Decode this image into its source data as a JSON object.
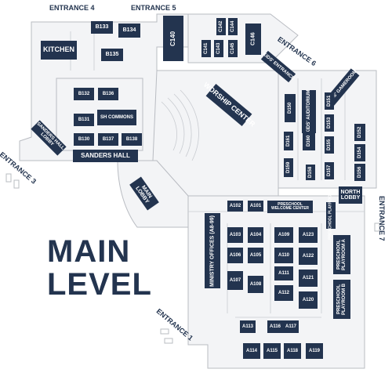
{
  "title": {
    "line1": "MAIN",
    "line2": "LEVEL"
  },
  "colors": {
    "label_bg": "#23344f",
    "label_text": "#ffffff",
    "lines": "#b9bcc2",
    "fill": "#f2f3f5"
  },
  "entrances": {
    "e1": "ENTRANCE 1",
    "e3": "ENTRANCE 3",
    "e4": "ENTRANCE 4",
    "e5": "ENTRANCE 5",
    "e6": "ENTRANCE 6",
    "e7": "ENTRANCE 7"
  },
  "rooms": {
    "kitchen": "KITCHEN",
    "b133": "B133",
    "b134": "B134",
    "b135": "B135",
    "c140": "C140",
    "c142": "C142",
    "c144": "C144",
    "c141": "C141",
    "c143": "C143",
    "c145": "C145",
    "c146": "C146",
    "kids_entrance": "KIDS' ENTRANCE",
    "b132": "B132",
    "b136": "B136",
    "b131": "B131",
    "sh_commons": "SH COMMONS",
    "b130": "B130",
    "b137": "B137",
    "b138": "B138",
    "sanders_hall_lobby": "SANDERS HALL LOBBY",
    "sanders_hall": "SANDERS HALL",
    "worship_center": "WORSHIP CENTER",
    "kids_auditorium": "KIDS' AUDITORIUM",
    "d150": "D150",
    "kids_gameroom": "KIDS' GAMEROOM",
    "d151": "D151",
    "d153": "D153",
    "d155": "D155",
    "d157": "D157",
    "d159": "D159",
    "d161": "D161",
    "d160": "D160",
    "d152": "D152",
    "d154": "D154",
    "d156": "D156",
    "d158": "D158",
    "main_lobby": "MAIN LOBBY",
    "north_lobby": "NORTH LOBBY",
    "a102": "A102",
    "a101": "A101",
    "preschool_welcome": "PRESCHOOL WELCOME CENTER",
    "preschool_playroom": "PRESCHOOL PLAYROOM",
    "ministry_offices": "MINISTRY OFFICES (A8-99)",
    "a103": "A103",
    "a104": "A104",
    "a106": "A106",
    "a105": "A105",
    "a107": "A107",
    "a108": "A108",
    "a109": "A109",
    "a110": "A110",
    "a111": "A111",
    "a112": "A112",
    "a123": "A123",
    "a122": "A122",
    "a121": "A121",
    "a120": "A120",
    "preschool_playroom_a": "PRESCHOOL PLAYROOM A",
    "preschool_playroom_b": "PRESCHOOL PLAYROOM B",
    "a113": "A113",
    "a116": "A116",
    "a117": "A117",
    "a114": "A114",
    "a115": "A115",
    "a118": "A118",
    "a119": "A119"
  }
}
